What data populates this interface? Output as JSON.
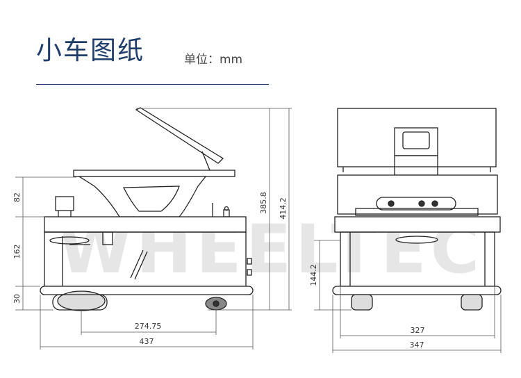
{
  "header": {
    "title": "小车图纸",
    "unit_label": "单位：mm"
  },
  "watermark": "WHEELTEC",
  "side_view": {
    "dims": {
      "top_plate": "82",
      "body": "162",
      "wheel": "30",
      "wheelbase": "274.75",
      "length": "437",
      "height_top": "385.8",
      "height_total": "414.2"
    }
  },
  "front_view": {
    "dims": {
      "mid_height": "144.2",
      "track": "327",
      "width": "347"
    }
  },
  "colors": {
    "title": "#1f3d6b",
    "line": "#222222",
    "dim": "#555555",
    "watermark": "#e4e4e4"
  }
}
